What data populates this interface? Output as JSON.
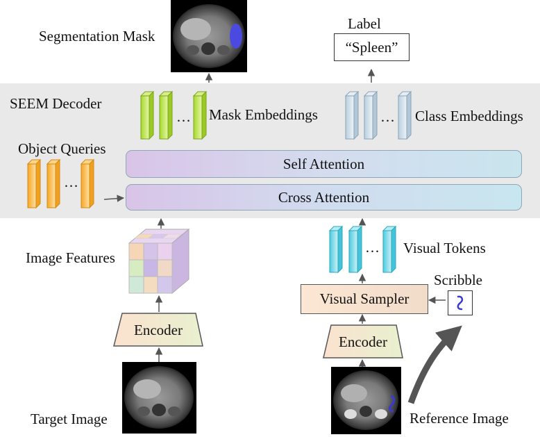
{
  "outputs": {
    "segmentation_mask_label": "Segmentation Mask",
    "label_title": "Label",
    "label_value": "“Spleen”"
  },
  "decoder": {
    "title": "SEEM Decoder",
    "object_queries": "Object Queries",
    "mask_embeddings": "Mask Embeddings",
    "class_embeddings": "Class Embeddings",
    "self_attention": "Self Attention",
    "cross_attention": "Cross Attention",
    "ellipsis": "…"
  },
  "left_branch": {
    "image_features": "Image Features",
    "encoder": "Encoder",
    "target_image": "Target Image"
  },
  "right_branch": {
    "visual_tokens": "Visual Tokens",
    "visual_sampler": "Visual Sampler",
    "scribble": "Scribble",
    "encoder": "Encoder",
    "reference_image": "Reference Image"
  },
  "colors": {
    "panel": "#e9e9e9",
    "green_embed": "#b9e23a",
    "blue_embed": "#cfdde8",
    "orange_query": "#f6b23a",
    "cyan_token": "#6fd6e6",
    "mask_overlay": "#4a4ae0"
  }
}
